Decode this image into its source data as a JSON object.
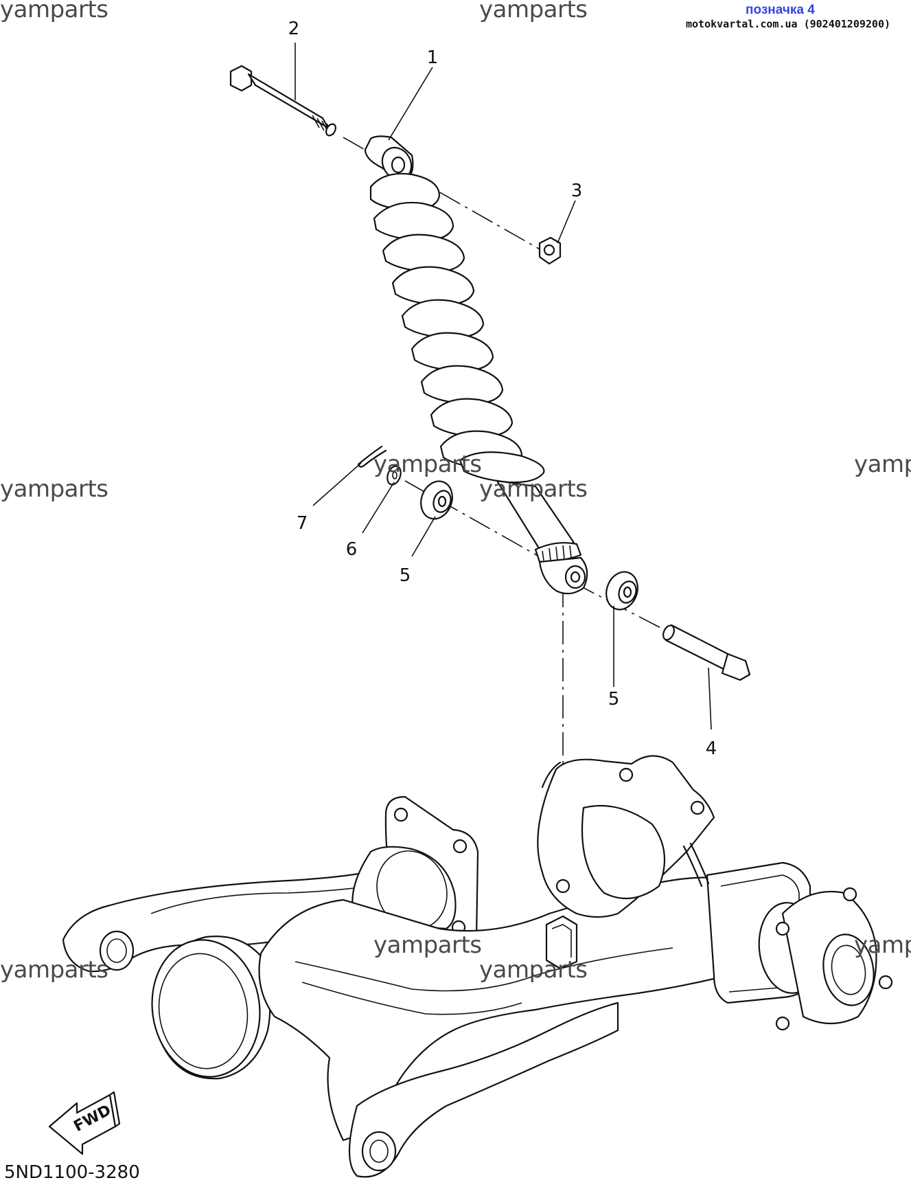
{
  "header": {
    "marker_label": "позначка 4",
    "shop_info": "motokvartal.com.ua (902401209200)"
  },
  "watermarks": [
    "yamparts",
    "yamparts",
    "yamparts",
    "yamparts",
    "yamparts",
    "yamparts",
    "yamparts",
    "yamparts",
    "yamparts",
    "yamparts"
  ],
  "callouts": [
    "1",
    "2",
    "3",
    "4",
    "5",
    "5",
    "6",
    "7"
  ],
  "direction_badge": "FWD",
  "diagram_code": "5ND1100-3280"
}
